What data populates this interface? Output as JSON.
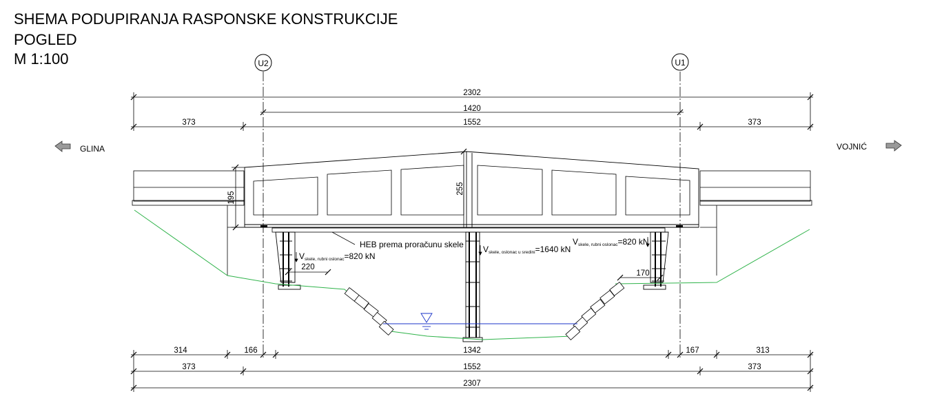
{
  "title": {
    "line1": "SHEMA PODUPIRANJA RASPONSKE KONSTRUKCIJE",
    "line2": "POGLED",
    "line3": "M 1:100"
  },
  "axes": {
    "left": "U2",
    "right": "U1"
  },
  "directions": {
    "left": "GLINA",
    "right": "VOJNIĆ"
  },
  "dimensions": {
    "top_total": "2302",
    "axis_span": "1420",
    "top_left": "373",
    "top_middle": "1552",
    "top_right": "373",
    "height_left": "195",
    "height_mid": "255",
    "bot_1_left": "314",
    "bot_1_a": "166",
    "bot_1_mid": "1342",
    "bot_1_b": "167",
    "bot_1_right": "313",
    "bot_2_left": "373",
    "bot_2_mid": "1552",
    "bot_2_right": "373",
    "bot_total": "2307",
    "left_offset": "220",
    "right_offset": "170"
  },
  "notes": {
    "heb": "HEB prema proračunu skele",
    "load_left_v": "V",
    "load_left_sub": "skele, rubni oslonac",
    "load_left_val": "=820 kN",
    "load_mid_v": "V",
    "load_mid_sub": "skele, oslonac u sredini",
    "load_mid_val": "=1640 kN",
    "load_right_v": "V",
    "load_right_sub": "skele, rubni oslonac",
    "load_right_val": "=820 kN"
  },
  "colors": {
    "terrain": "#2fb34a",
    "water": "#1a33c8",
    "line": "#000000"
  }
}
